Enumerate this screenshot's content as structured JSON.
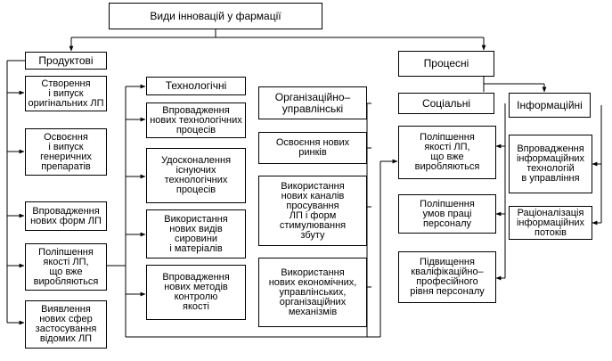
{
  "title": "Види інновацій у фармації",
  "products": {
    "header": "Продуктові",
    "items": [
      "Створення\nі випуск\nоригінальних ЛП",
      "Освоєння\nі випуск\nгенеричних\nпрепаратів",
      "Впровадження\nнових форм ЛП",
      "Поліпшення\nякості ЛП,\nщо вже\nвиробляються",
      "Виявлення\nнових сфер\nзастосування\nвідомих ЛП"
    ]
  },
  "technological": {
    "header": "Технологічні",
    "items": [
      "Впровадження\nнових технологічних\nпроцесів",
      "Удосконалення\nіснуючих\nтехнологічних\nпроцесів",
      "Використання\nнових видів\nсировини\nі матеріалів",
      "Впровадження\nнових методів\nконтролю\nякості"
    ]
  },
  "organizational": {
    "header": "Організаційно–\nуправлінські",
    "items": [
      "Освоєння нових\nринків",
      "Використання\nнових каналів\nпросування\nЛП і форм\nстимулювання\nзбуту",
      "Використання\nнових економічних,\nуправлінських,\nорганізаційних\nмеханізмів"
    ]
  },
  "process": {
    "header": "Процесні"
  },
  "social": {
    "header": "Соціальні",
    "items": [
      "Поліпшення\nякості ЛП,\nщо вже\nвиробляються",
      "Поліпшення\nумов праці\nперсоналу",
      "Підвищення\nкваліфікаційно–\nпрофесійного\nрівня персоналу"
    ]
  },
  "informational": {
    "header": "Інформаційні",
    "items": [
      "Впровадження\nінформаційних\nтехнологій\nв управління",
      "Раціоналізація\nінформаційних\nпотоків"
    ]
  }
}
